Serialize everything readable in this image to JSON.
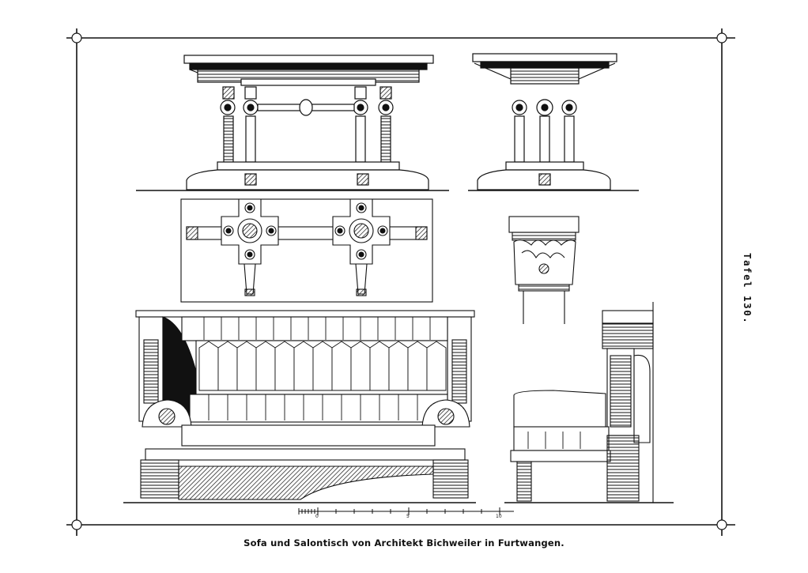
{
  "caption": "Sofa und Salontisch von Architekt Bichweiler in Furtwangen.",
  "plate_number": "Tafel 130.",
  "scale": {
    "labels": [
      "0",
      "5",
      "10"
    ]
  }
}
